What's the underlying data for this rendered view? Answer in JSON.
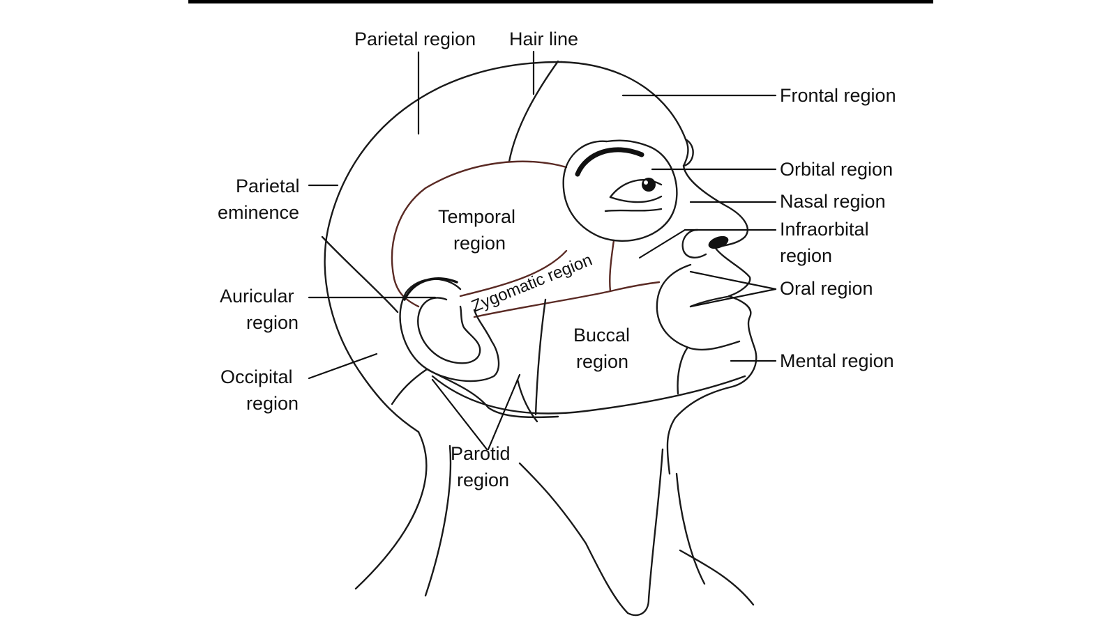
{
  "diagram": {
    "colors": {
      "text": "#111111",
      "outline": "#1a1a1a",
      "region_line": "#5a2a24",
      "background": "#ffffff",
      "top_bar": "#000000"
    },
    "labels": {
      "parietal_region": "Parietal region",
      "hair_line": "Hair line",
      "frontal_region": "Frontal region",
      "parietal_eminence_1": "Parietal",
      "parietal_eminence_2": "eminence",
      "orbital_region": "Orbital region",
      "nasal_region": "Nasal region",
      "infraorbital_region_1": "Infraorbital",
      "infraorbital_region_2": "region",
      "temporal_region_1": "Temporal",
      "temporal_region_2": "region",
      "zygomatic_region": "Zygomatic region",
      "auricular_region_1": "Auricular",
      "auricular_region_2": "region",
      "oral_region": "Oral region",
      "buccal_region_1": "Buccal",
      "buccal_region_2": "region",
      "mental_region": "Mental region",
      "occipital_region_1": "Occipital",
      "occipital_region_2": "region",
      "parotid_region_1": "Parotid",
      "parotid_region_2": "region"
    }
  }
}
